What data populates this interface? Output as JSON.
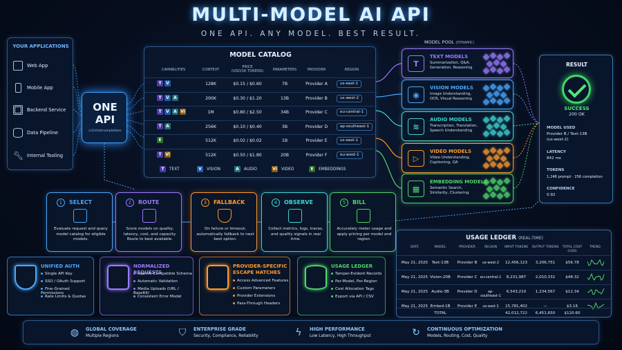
{
  "header": {
    "title": "MULTI-MODEL AI API",
    "subtitle": "ONE API. ANY MODEL. BEST RESULT."
  },
  "apps": {
    "title": "YOUR APPLICATIONS",
    "items": [
      "Web App",
      "Mobile App",
      "Backend Service",
      "Data Pipeline",
      "Internal Tooling"
    ]
  },
  "gateway": {
    "line1": "ONE",
    "line2": "API",
    "endpoint": "/v1/chat/completions"
  },
  "catalog": {
    "title": "MODEL CATALOG",
    "headers": {
      "capabilities": "CAPABILITIES",
      "context": "CONTEXT",
      "price": "PRICE",
      "price_unit": "(USD/1K TOKENS)",
      "parameters": "PARAMETERS",
      "provider": "PROVIDER",
      "region": "REGION"
    },
    "rows": [
      {
        "caps": [
          "T",
          "V"
        ],
        "context": "128K",
        "price": "$0.15 / $0.60",
        "params": "7B",
        "provider": "Provider A",
        "region": "us-east-1"
      },
      {
        "caps": [
          "T",
          "V",
          "A"
        ],
        "context": "200K",
        "price": "$0.30 / $1.20",
        "params": "13B",
        "provider": "Provider B",
        "region": "us-west-2"
      },
      {
        "caps": [
          "T",
          "V",
          "A",
          "Vi"
        ],
        "context": "1M",
        "price": "$0.80 / $2.50",
        "params": "34B",
        "provider": "Provider C",
        "region": "eu-central-1"
      },
      {
        "caps": [
          "T",
          "A"
        ],
        "context": "256K",
        "price": "$0.10 / $0.40",
        "params": "3B",
        "provider": "Provider D",
        "region": "ap-southeast-1"
      },
      {
        "caps": [
          "E"
        ],
        "context": "512K",
        "price": "$0.02 / $0.02",
        "params": "1B",
        "provider": "Provider E",
        "region": "us-east-1"
      },
      {
        "caps": [
          "T",
          "Vi"
        ],
        "context": "512K",
        "price": "$0.50 / $1.80",
        "params": "20B",
        "provider": "Provider F",
        "region": "eu-west-1"
      }
    ],
    "legend": [
      {
        "key": "T",
        "label": "TEXT"
      },
      {
        "key": "V",
        "label": "VISION"
      },
      {
        "key": "A",
        "label": "AUDIO"
      },
      {
        "key": "Vi",
        "label": "VIDEO"
      },
      {
        "key": "E",
        "label": "EMBEDDINGS"
      }
    ]
  },
  "pool": {
    "title": "MODEL POOL",
    "note": "(DYNAMIC)",
    "models": [
      {
        "name": "TEXT MODELS",
        "desc": "Summarization, Q&A, Generation, Reasoning",
        "icon": "T",
        "color": "#9b7bff"
      },
      {
        "name": "VISION MODELS",
        "desc": "Image Understanding, OCR, Visual Reasoning",
        "icon": "eye-icon",
        "color": "#4aa8ff"
      },
      {
        "name": "AUDIO MODELS",
        "desc": "Transcription, Translation, Speech Understanding",
        "icon": "waveform-icon",
        "color": "#3fd6d2"
      },
      {
        "name": "VIDEO MODELS",
        "desc": "Video Understanding, Captioning, QA",
        "icon": "play-icon",
        "color": "#ff9a2e"
      },
      {
        "name": "EMBEDDING MODELS",
        "desc": "Semantic Search, Similarity, Clustering",
        "icon": "grid-icon",
        "color": "#4fd66a"
      }
    ]
  },
  "result": {
    "title": "RESULT",
    "status": "SUCCESS",
    "code": "200 OK",
    "model_label": "MODEL USED",
    "model_value": "Provider B / Text-13B",
    "model_region": "(us-west-2)",
    "latency_label": "LATENCY",
    "latency_value": "842 ms",
    "tokens_label": "TOKENS",
    "tokens_value": "1,248 prompt  ·  256 completion",
    "confidence_label": "CONFIDENCE",
    "confidence_value": "0.92"
  },
  "steps": [
    {
      "num": "1",
      "title": "SELECT",
      "desc": "Evaluate request and query model catalog for eligible models.",
      "color": "#4aa8ff",
      "icon": "funnel-icon"
    },
    {
      "num": "2",
      "title": "ROUTE",
      "desc": "Score models on quality, latency, cost, and capacity. Route to best available.",
      "color": "#9b7bff",
      "icon": "route-icon"
    },
    {
      "num": "3",
      "title": "FALLBACK",
      "desc": "On failure or timeout, automatically fallback to next best option.",
      "color": "#ff9a2e",
      "icon": "shield-icon"
    },
    {
      "num": "4",
      "title": "OBSERVE",
      "desc": "Collect metrics, logs, traces, and quality signals in real time.",
      "color": "#3fd6d2",
      "icon": "bar-chart-icon"
    },
    {
      "num": "5",
      "title": "BILL",
      "desc": "Accurately meter usage and apply pricing per model and region.",
      "color": "#4fd66a",
      "icon": "receipt-icon"
    }
  ],
  "features": [
    {
      "title": "UNIFIED AUTH",
      "items": [
        "Single API Key",
        "SSO / OAuth Support",
        "Fine-Grained Permissions",
        "Rate Limits & Quotas"
      ],
      "color": "#4aa8ff",
      "icon": "lock-shield-icon"
    },
    {
      "title": "NORMALIZED REQUESTS",
      "items": [
        "OpenAI-Compatible Schema",
        "Automatic Validation",
        "Media Uploads (URL / Base64)",
        "Consistent Error Model"
      ],
      "color": "#9b7bff",
      "icon": "cube-icon"
    },
    {
      "title": "PROVIDER-SPECIFIC ESCAPE HATCHES",
      "items": [
        "Access Advanced Features",
        "Custom Parameters",
        "Provider Extensions",
        "Pass-Through Headers"
      ],
      "color": "#ff9a2e",
      "icon": "sliders-icon"
    },
    {
      "title": "USAGE LEDGER",
      "items": [
        "Tamper-Evident Records",
        "Per-Model, Per-Region",
        "Cost Allocation Tags",
        "Export via API / CSV"
      ],
      "color": "#4fd66a",
      "icon": "database-icon"
    }
  ],
  "ledger": {
    "title": "USAGE LEDGER",
    "note": "(REAL-TIME)",
    "headers": [
      "DATE",
      "MODEL",
      "PROVIDER",
      "REGION",
      "INPUT TOKENS",
      "OUTPUT TOKENS",
      "TOTAL COST (USD)",
      "TREND"
    ],
    "rows": [
      {
        "date": "May 21, 2025",
        "model": "Text-13B",
        "provider": "Provider B",
        "region": "us-west-2",
        "input": "12,456,123",
        "output": "3,206,751",
        "cost": "$56.78"
      },
      {
        "date": "May 21, 2025",
        "model": "Vision-20B",
        "provider": "Provider C",
        "region": "eu-central-1",
        "input": "8,231,987",
        "output": "2,010,332",
        "cost": "$48.32"
      },
      {
        "date": "May 21, 2025",
        "model": "Audio-3B",
        "provider": "Provider D",
        "region": "ap-southeast-1",
        "input": "6,543,210",
        "output": "1,234,567",
        "cost": "$12.34"
      },
      {
        "date": "May 21, 2025",
        "model": "Embed-1B",
        "provider": "Provider E",
        "region": "us-east-1",
        "input": "15,781,402",
        "output": "—",
        "cost": "$3.16"
      }
    ],
    "total": {
      "label": "TOTAL",
      "input": "42,012,722",
      "output": "6,451,650",
      "cost": "$120.60"
    }
  },
  "footer": [
    {
      "title": "GLOBAL COVERAGE",
      "sub": "Multiple Regions",
      "icon": "globe-icon"
    },
    {
      "title": "ENTERPRISE GRADE",
      "sub": "Security, Compliance, Reliability",
      "icon": "shield-check-icon"
    },
    {
      "title": "HIGH PERFORMANCE",
      "sub": "Low Latency, High Throughput",
      "icon": "bolt-icon"
    },
    {
      "title": "CONTINUOUS OPTIMIZATION",
      "sub": "Models, Routing, Cost, Quality",
      "icon": "refresh-icon"
    }
  ]
}
